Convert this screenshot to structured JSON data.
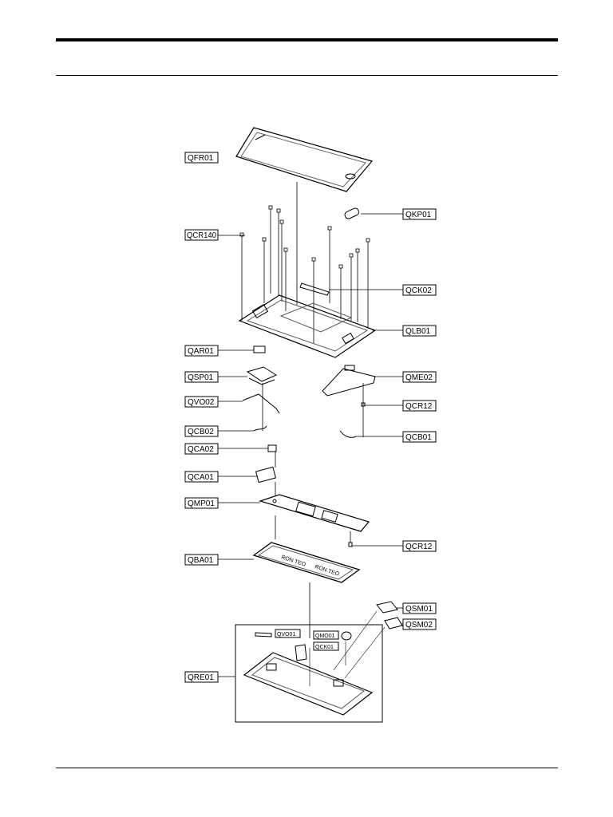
{
  "labels": {
    "qfr01": "QFR01",
    "qkp01": "QKP01",
    "qcr140": "QCR140",
    "qck02": "QCK02",
    "qlb01": "QLB01",
    "qar01": "QAR01",
    "qsp01": "QSP01",
    "qme02": "QME02",
    "qvo02": "QVO02",
    "qcr12_a": "QCR12",
    "qcb02": "QCB02",
    "qcb01": "QCB01",
    "qca02": "QCA02",
    "qca01": "QCA01",
    "qmp01": "QMP01",
    "qcr12_b": "QCR12",
    "qba01": "QBA01",
    "qsm01": "QSM01",
    "qsm02": "QSM02",
    "qre01": "QRE01",
    "qvo01": "QVO01",
    "qmo01": "QMO01",
    "qck01": "QCK01"
  },
  "battery_text": [
    "RON TEO",
    "RON TEO"
  ]
}
